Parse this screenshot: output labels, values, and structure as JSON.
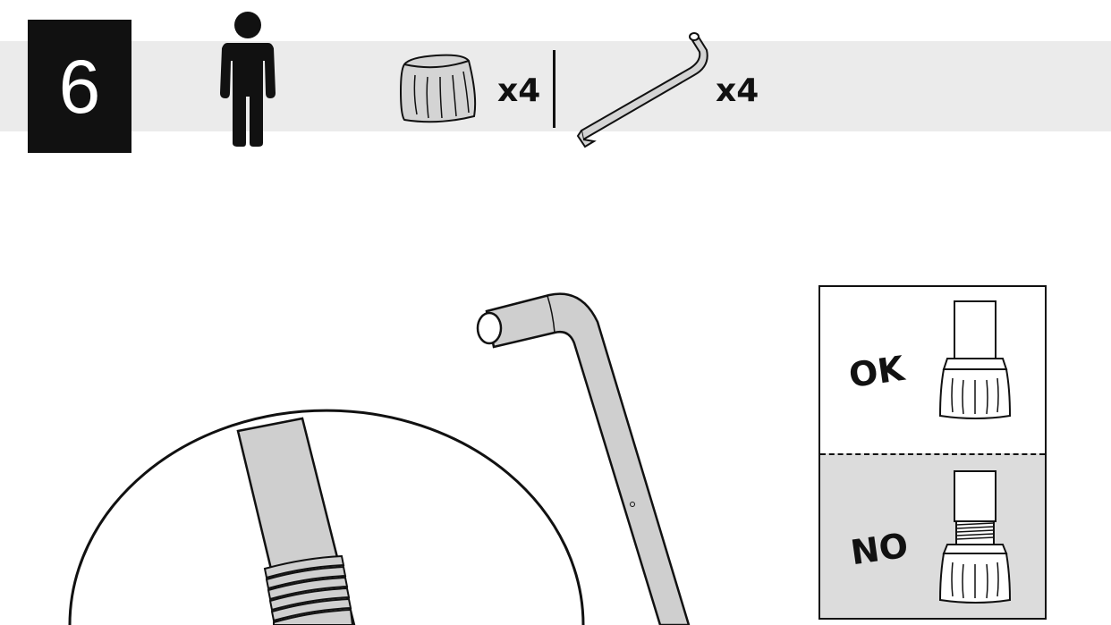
{
  "step": {
    "number": "6"
  },
  "parts": [
    {
      "name": "cap-icon",
      "quantity": "x4"
    },
    {
      "name": "hex-key-icon",
      "quantity": "x4"
    }
  ],
  "inset": {
    "ok_label": "OK",
    "no_label": "NO"
  },
  "colors": {
    "band": "#ebebeb",
    "step_box": "#111111",
    "part_fill": "#d4d4d4",
    "inset_bad_bg": "#dcdcdc"
  }
}
